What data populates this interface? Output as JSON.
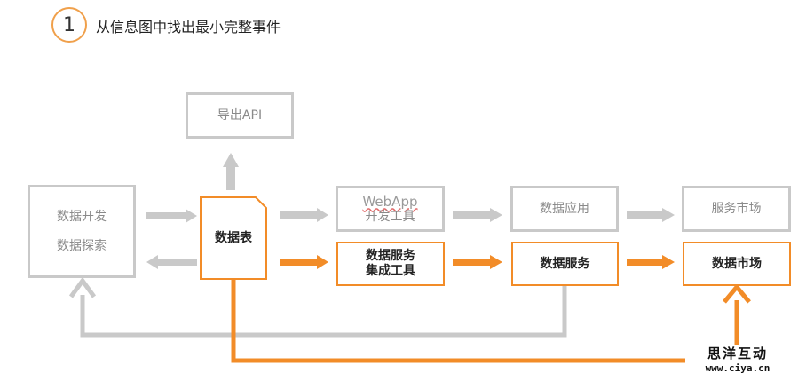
{
  "header": {
    "step_number": "1",
    "title": "从信息图中找出最小完整事件"
  },
  "nodes": {
    "export_api": {
      "label": "导出API"
    },
    "data_dev_explore": {
      "line1": "数据开发",
      "line2": "数据探索"
    },
    "data_table": {
      "label": "数据表"
    },
    "webapp_dev_tool": {
      "line1": "WebApp",
      "line2": "开发工具"
    },
    "data_service_integration_tool": {
      "line1": "数据服务",
      "line2": "集成工具"
    },
    "data_application": {
      "label": "数据应用"
    },
    "data_service": {
      "label": "数据服务"
    },
    "service_market": {
      "label": "服务市场"
    },
    "data_market": {
      "label": "数据市场"
    }
  },
  "watermark": {
    "main": "思洋互动",
    "url": "www.ciya.cn"
  },
  "colors": {
    "gray": "#c9c9c9",
    "orange": "#f28c28",
    "circle_border": "#f0a04b"
  }
}
